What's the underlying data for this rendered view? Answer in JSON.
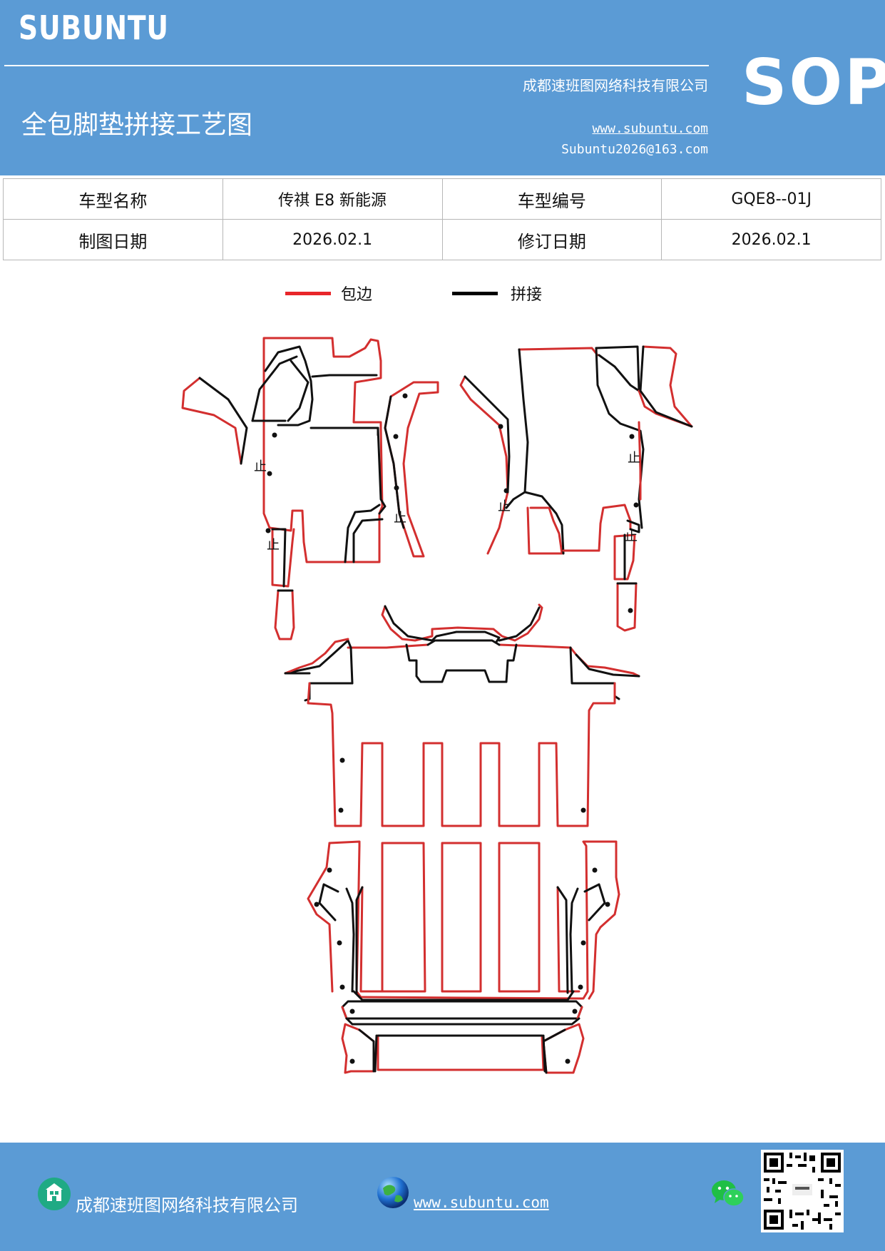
{
  "header": {
    "brand": "SUBUNTU",
    "sop": "SOP",
    "company": "成都速班图网络科技有限公司",
    "title": "全包脚垫拼接工艺图",
    "website": "www.subuntu.com",
    "email": "Subuntu2026@163.com"
  },
  "info_table": {
    "row1": [
      "车型名称",
      "传祺 E8 新能源",
      "车型编号",
      "GQE8--01J"
    ],
    "row2": [
      "制图日期",
      "2026.02.1",
      "修订日期",
      "2026.02.1"
    ]
  },
  "legend": [
    {
      "label": "包边",
      "color": "#e8262a"
    },
    {
      "label": "拼接",
      "color": "#000000"
    }
  ],
  "diagram": {
    "marker_label": "止",
    "edge_color": "#d32f2f",
    "seam_color": "#111111"
  },
  "footer": {
    "company": "成都速班图网络科技有限公司",
    "website": "www.subuntu.com"
  },
  "icons": [
    "building-icon",
    "globe-icon",
    "wechat-icon",
    "qr-code-icon"
  ]
}
